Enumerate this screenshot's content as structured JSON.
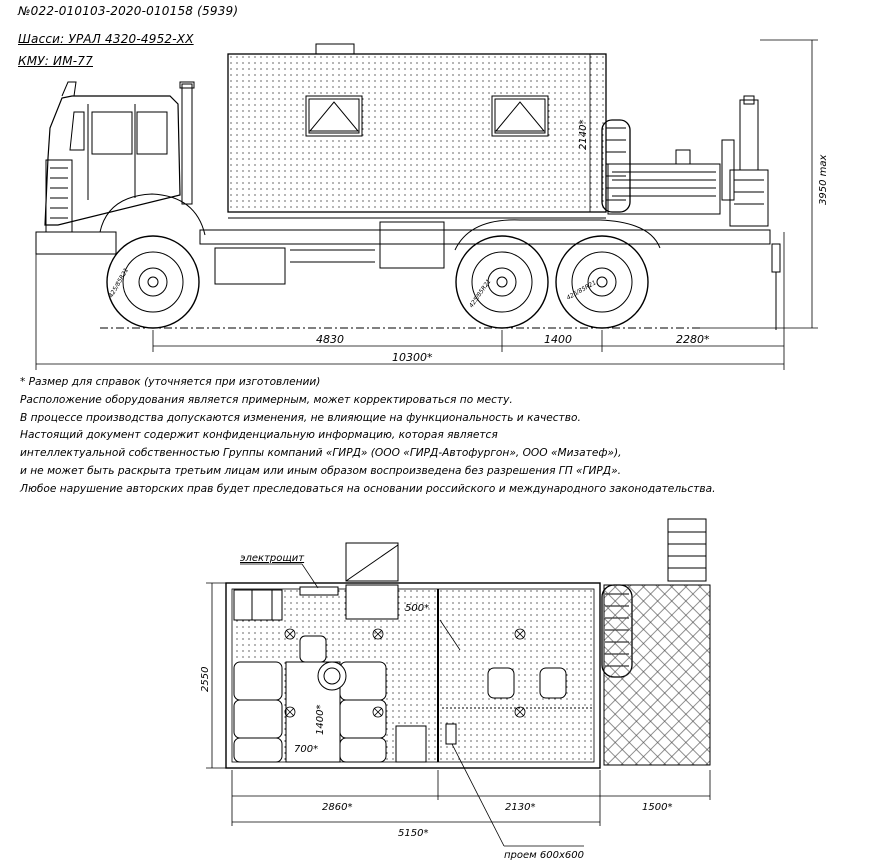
{
  "header": {
    "doc_number": "№022-010103-2020-010158 (5939)",
    "chassis": "Шасси: УРАЛ 4320-4952-ХХ",
    "crane": "КМУ: ИМ-77"
  },
  "side_view": {
    "dim_wheelbase_front": "4830",
    "dim_wheelbase_rear": "1400",
    "dim_rear_overhang": "2280*",
    "dim_total_length": "10300*",
    "dim_body_height": "2140*",
    "dim_max_height": "3950 max",
    "tire_label": "425/85R21"
  },
  "notes": [
    "* Размер для справок (уточняется при изготовлении)",
    "Расположение оборудования является примерным, может корректироваться по месту.",
    "В процессе производства допускаются изменения, не влияющие на функциональность и качество.",
    "Настоящий документ содержит конфиденциальную информацию, которая является",
    "интеллектуальной собственностью Группы компаний «ГИРД» (ООО «ГИРД-Автофургон», ООО «Мизатеф»),",
    "и не может быть раскрыта третьим лицам или иным образом воспроизведена без разрешения ГП «ГИРД».",
    "Любое нарушение авторских прав будет преследоваться на основании российского и международного законодательства."
  ],
  "plan_view": {
    "label_panel": "электрощит",
    "dim_width": "2550",
    "dim_door": "500*",
    "dim_table_length": "1400*",
    "dim_table_width": "700*",
    "dim_section1": "2860*",
    "dim_section2": "2130*",
    "dim_platform": "1500*",
    "dim_body_total": "5150*",
    "label_opening": "проем 600х600"
  }
}
